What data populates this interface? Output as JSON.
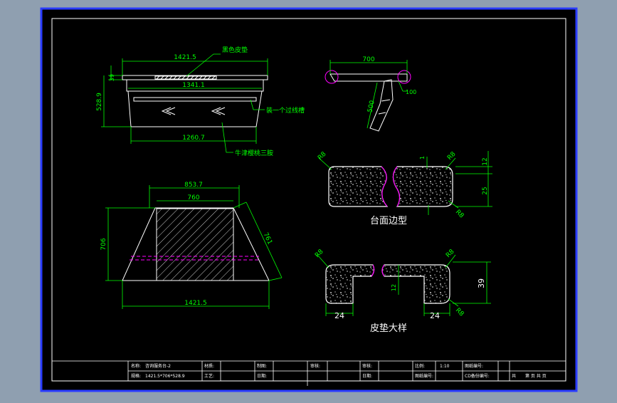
{
  "colors": {
    "background": "#8f9fb0",
    "paper": "#000000",
    "frame": "#2a3cff",
    "line": "#ffffff",
    "dimension": "#00ff00",
    "accent": "#ff00ff",
    "leader": "#00ff00"
  },
  "front_view": {
    "dim_top_width": "1421.5",
    "dim_height_left": "39",
    "dim_total_height": "528.9",
    "dim_inner_width": "1341.1",
    "dim_bottom_width": "1260.7",
    "label_pad": "黑色皮垫",
    "label_groove": "装一个过线槽",
    "label_panel": "牛津樱桃三胺"
  },
  "side_view": {
    "dim_top": "700",
    "dim_offset": "100",
    "dim_leg": "500"
  },
  "plan_view": {
    "dim_top_outer": "853.7",
    "dim_top_inner": "760",
    "dim_height": "706",
    "dim_slant": "761",
    "dim_bottom": "1421.5"
  },
  "edge_profile": {
    "title": "台面边型",
    "radius_tl": "R8",
    "radius_tr": "R8",
    "radius_br": "R8",
    "dim_top": "12",
    "dim_body": "25",
    "marker": "1"
  },
  "pad_detail": {
    "title": "皮垫大样",
    "radius_tl": "R8",
    "radius_tr": "R8",
    "radius_br": "R8",
    "dim_left": "24",
    "dim_right": "24",
    "dim_gap": "12",
    "dim_height": "39"
  },
  "title_block": {
    "name_label": "名称:",
    "name_value": "咨询服务台-2",
    "size_label": "规格:",
    "size_value": "1421.5*706*528.9",
    "material_label": "材质:",
    "process_label": "工艺:",
    "drawn_label": "制图:",
    "drawn_date_label": "日期:",
    "checked_label": "审核:",
    "checked_date_label": "日期:",
    "scale_label": "比例:",
    "scale_value": "1:10",
    "drawing_no_label": "图纸编号:",
    "drawing_no2_label": "图纸编号:",
    "code_label": "CD备份编号:",
    "page_label": "共",
    "page_value": "第 页 共 页"
  }
}
